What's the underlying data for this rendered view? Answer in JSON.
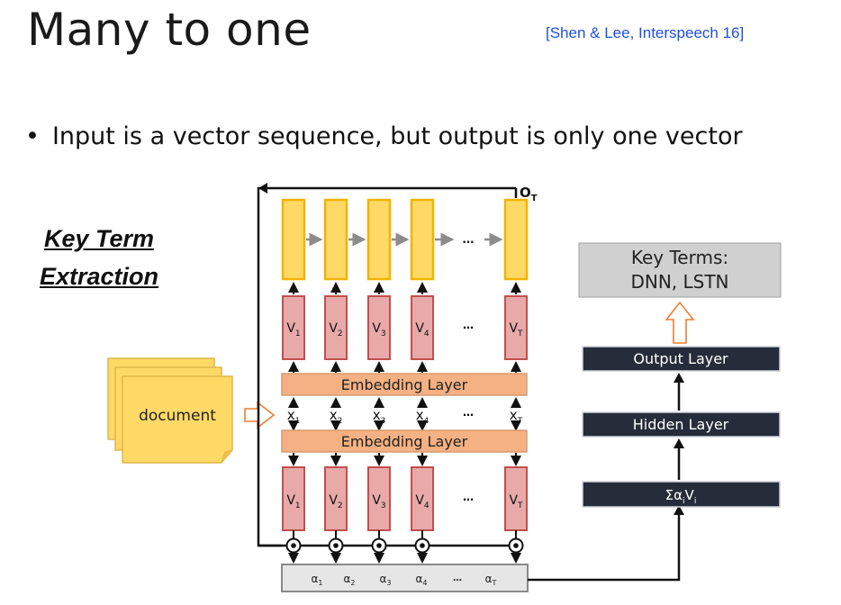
{
  "slide": {
    "title": "Many to one",
    "citation": "[Shen & Lee, Interspeech 16]",
    "bullet": "Input is a vector sequence, but output is only one vector",
    "task_label_line1": "Key Term",
    "task_label_line2": "Extraction"
  },
  "diagram": {
    "document_label": "document",
    "embedding_layer_label": "Embedding Layer",
    "inputs": [
      "x1",
      "x2",
      "x3",
      "x4",
      "…",
      "xT"
    ],
    "v_labels": [
      "V1",
      "V2",
      "V3",
      "V4",
      "…",
      "VT"
    ],
    "alpha_labels": [
      "α1",
      "α2",
      "α3",
      "α4",
      "…",
      "αT"
    ],
    "final_output_label": "OT",
    "right_stack": {
      "weighted_sum_label": "Σα i V i",
      "hidden_layer_label": "Hidden Layer",
      "output_layer_label": "Output Layer",
      "result_line1": "Key Terms:",
      "result_line2": "DNN, LSTN"
    }
  },
  "colors": {
    "title_text": "#1a1a1a",
    "citation_text": "#1f4fe0",
    "rnn_cell_fill": "#ffd966",
    "rnn_cell_border": "#f0b400",
    "v_box_fill": "#e8a9a9",
    "v_box_border": "#c0504d",
    "embedding_fill": "#f4b183",
    "embedding_border": "#d89a70",
    "document_fill": "#ffd966",
    "dark_box_fill": "#262c39",
    "result_box_fill": "#d0d0d0",
    "hollow_arrow": "#ed7d31"
  }
}
